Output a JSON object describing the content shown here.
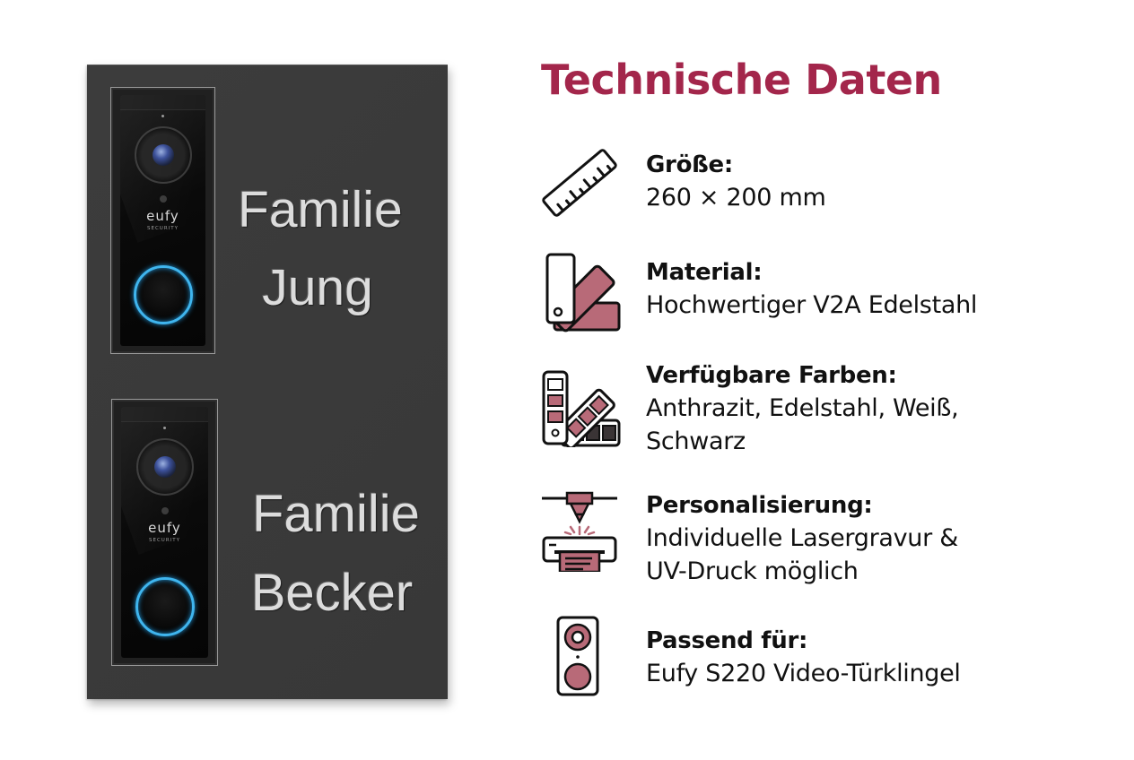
{
  "product_image": {
    "plate_color": "#3a3a3a",
    "doorbells": [
      {
        "brand": "eufy",
        "brand_sub": "SECURITY",
        "ring_color": "#3fb5ee"
      },
      {
        "brand": "eufy",
        "brand_sub": "SECURITY",
        "ring_color": "#3fb5ee"
      }
    ],
    "nameplates": [
      {
        "line1": "Familie",
        "line2": "Jung"
      },
      {
        "line1": "Familie",
        "line2": "Becker"
      }
    ]
  },
  "specs": {
    "title": "Technische Daten",
    "title_color": "#a3264b",
    "accent_color": "#b86a78",
    "items": [
      {
        "icon": "ruler-icon",
        "label": "Größe:",
        "value": "260 × 200 mm"
      },
      {
        "icon": "material-swatch-icon",
        "label": "Material:",
        "value": "Hochwertiger V2A Edelstahl"
      },
      {
        "icon": "color-palette-icon",
        "label": "Verfügbare Farben:",
        "value": "Anthrazit, Edelstahl, Weiß,\nSchwarz"
      },
      {
        "icon": "laser-printer-icon",
        "label": "Personalisierung:",
        "value": "Individuelle Lasergravur &\nUV-Druck möglich"
      },
      {
        "icon": "doorbell-icon",
        "label": "Passend für:",
        "value": "Eufy S220 Video-Türklingel"
      }
    ]
  }
}
